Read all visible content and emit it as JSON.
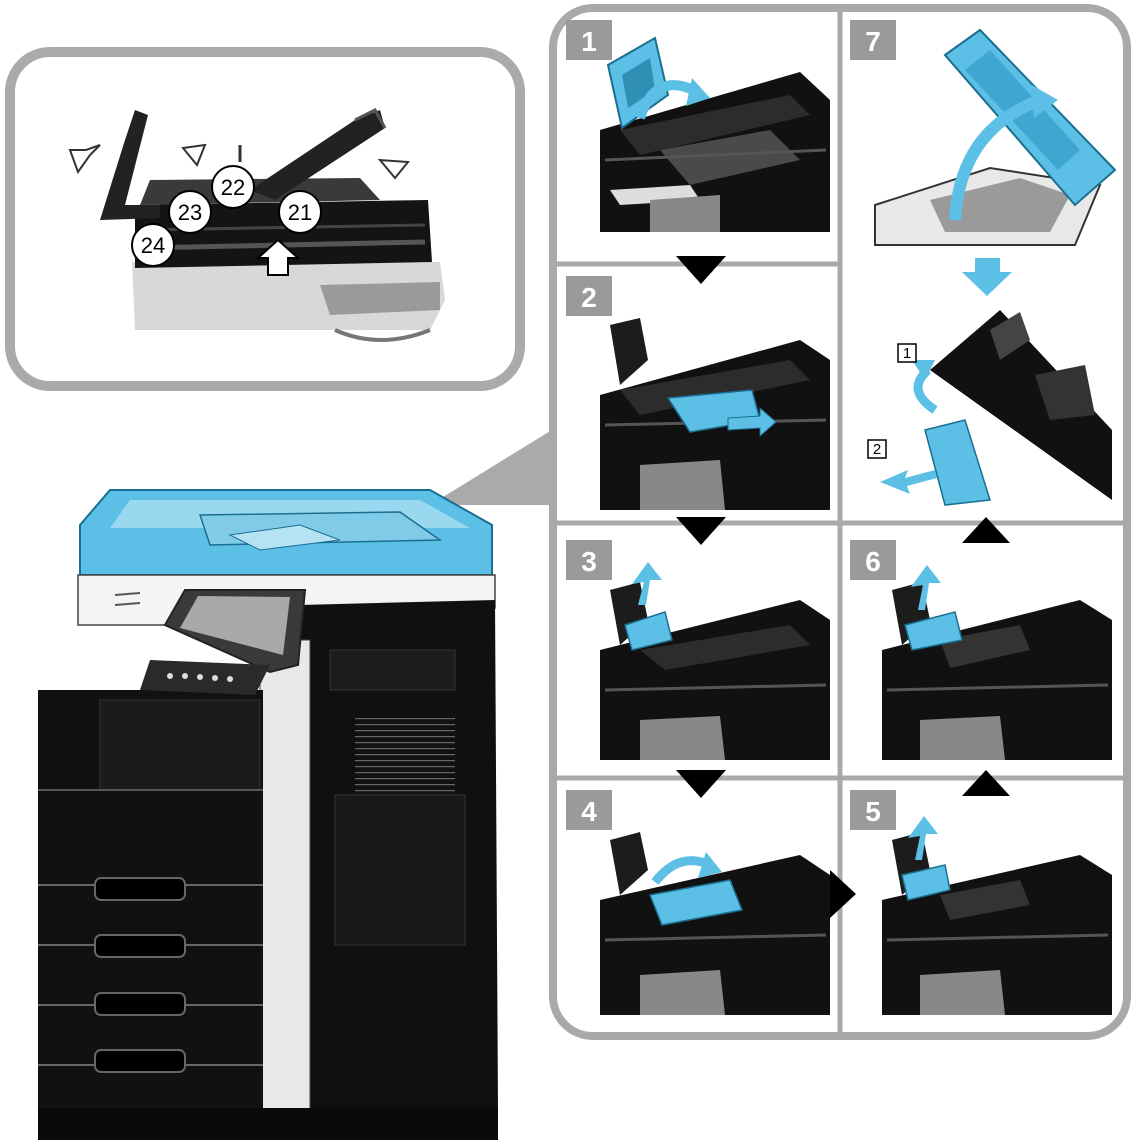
{
  "callouts": [
    {
      "id": "c21",
      "label": "21"
    },
    {
      "id": "c22",
      "label": "22"
    },
    {
      "id": "c23",
      "label": "23"
    },
    {
      "id": "c24",
      "label": "24"
    }
  ],
  "steps": [
    {
      "id": "s1",
      "number": "1"
    },
    {
      "id": "s2",
      "number": "2"
    },
    {
      "id": "s3",
      "number": "3"
    },
    {
      "id": "s4",
      "number": "4"
    },
    {
      "id": "s5",
      "number": "5"
    },
    {
      "id": "s6",
      "number": "6"
    },
    {
      "id": "s7",
      "number": "7"
    }
  ],
  "step7_sub": {
    "first": "1",
    "second": "2"
  },
  "colors": {
    "accent_blue": "#5cc0e6",
    "panel_gray": "#a9a9a9",
    "step_tab": "#9a9a9a",
    "machine_black": "#111111"
  }
}
